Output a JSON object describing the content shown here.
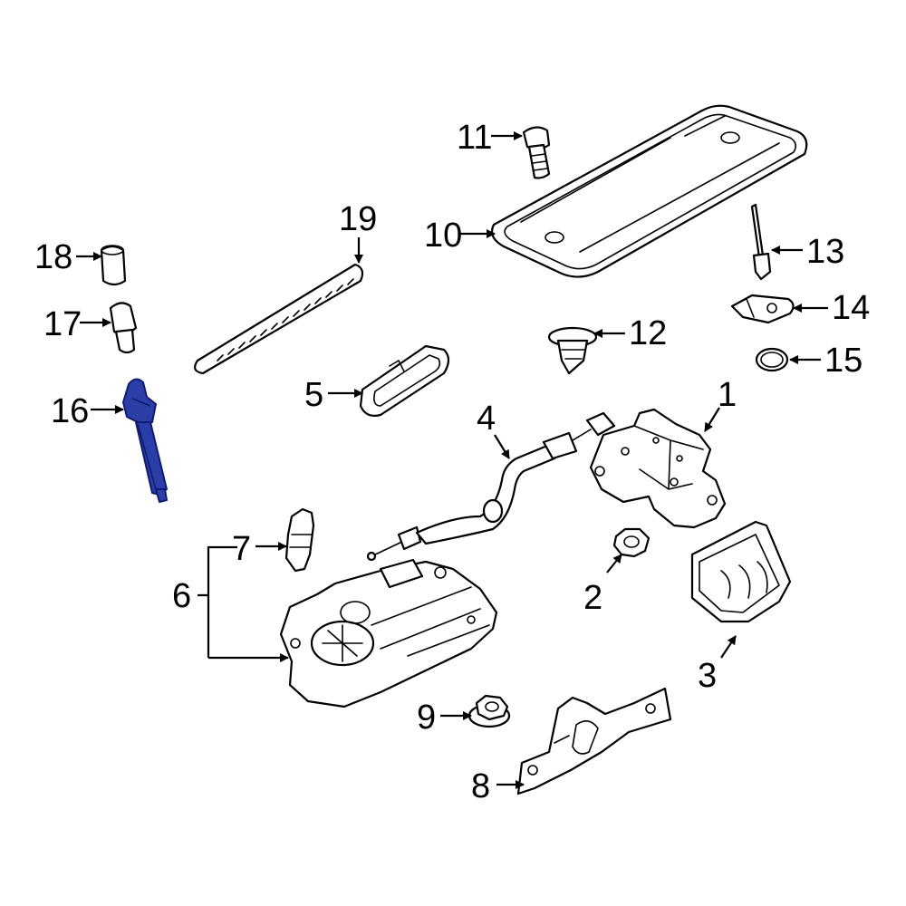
{
  "callouts": {
    "c1": "1",
    "c2": "2",
    "c3": "3",
    "c4": "4",
    "c5": "5",
    "c6": "6",
    "c7": "7",
    "c8": "8",
    "c9": "9",
    "c10": "10",
    "c11": "11",
    "c12": "12",
    "c13": "13",
    "c14": "14",
    "c15": "15",
    "c16": "16",
    "c17": "17",
    "c18": "18",
    "c19": "19"
  },
  "highlighted_part": "16",
  "colors": {
    "highlight": "#2b3ea8",
    "line": "#000000",
    "background": "#ffffff"
  }
}
